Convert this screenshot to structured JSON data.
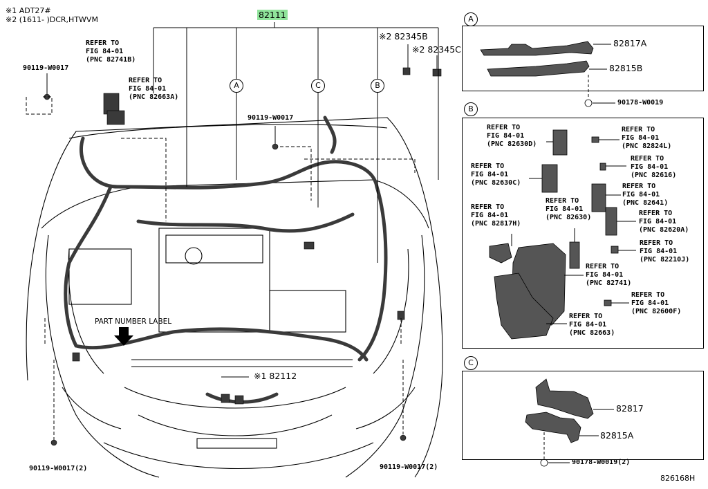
{
  "notes": {
    "note1": "※1 ADT27#",
    "note2": "※2 (1611-      )DCR,HTWVM"
  },
  "main_part": "82111",
  "label_82345B": "※2 82345B",
  "label_82345C": "※2 82345C",
  "bolt_top_left": "90119-W0017",
  "bolt_mid": "90119-W0017",
  "bolt_bottom_left": "90119-W0017(2)",
  "bolt_bottom_right": "90119-W0017(2)",
  "part_number_label": "PART NUMBER LABEL",
  "label_82112": "※1 82112",
  "refs_main": [
    {
      "l1": "REFER TO",
      "l2": "FIG 84-01",
      "l3": "(PNC 82741B)"
    },
    {
      "l1": "REFER TO",
      "l2": "FIG 84-01",
      "l3": "(PNC 82663A)"
    }
  ],
  "callouts": {
    "a": "A",
    "b": "B",
    "c": "C"
  },
  "panel_a": {
    "callout": "A",
    "part1": "82817A",
    "part2": "82815B",
    "bolt": "90178-W0019"
  },
  "panel_b": {
    "callout": "B",
    "refs": [
      {
        "l1": "REFER TO",
        "l2": "FIG 84-01",
        "l3": "(PNC 82630D)"
      },
      {
        "l1": "REFER TO",
        "l2": "FIG 84-01",
        "l3": "(PNC 82824L)"
      },
      {
        "l1": "REFER TO",
        "l2": "FIG 84-01",
        "l3": "(PNC 82630C)"
      },
      {
        "l1": "REFER TO",
        "l2": "FIG 84-01",
        "l3": "(PNC 82616)"
      },
      {
        "l1": "REFER TO",
        "l2": "FIG 84-01",
        "l3": "(PNC 82641)"
      },
      {
        "l1": "REFER TO",
        "l2": "FIG 84-01",
        "l3": "(PNC 82817H)"
      },
      {
        "l1": "REFER TO",
        "l2": "FIG 84-01",
        "l3": "(PNC 82630)"
      },
      {
        "l1": "REFER TO",
        "l2": "FIG 84-01",
        "l3": "(PNC 82620A)"
      },
      {
        "l1": "REFER TO",
        "l2": "FIG 84-01",
        "l3": "(PNC 82210J)"
      },
      {
        "l1": "REFER TO",
        "l2": "FIG 84-01",
        "l3": "(PNC 82741)"
      },
      {
        "l1": "REFER TO",
        "l2": "FIG 84-01",
        "l3": "(PNC 82600F)"
      },
      {
        "l1": "REFER TO",
        "l2": "FIG 84-01",
        "l3": "(PNC 82663)"
      }
    ]
  },
  "panel_c": {
    "callout": "C",
    "part1": "82817",
    "part2": "82815A",
    "bolt": "90178-W0019(2)"
  },
  "figure_id": "826168H",
  "colors": {
    "highlight": "#8fe39a",
    "ink": "#000000",
    "harness": "#3a3a3a"
  }
}
